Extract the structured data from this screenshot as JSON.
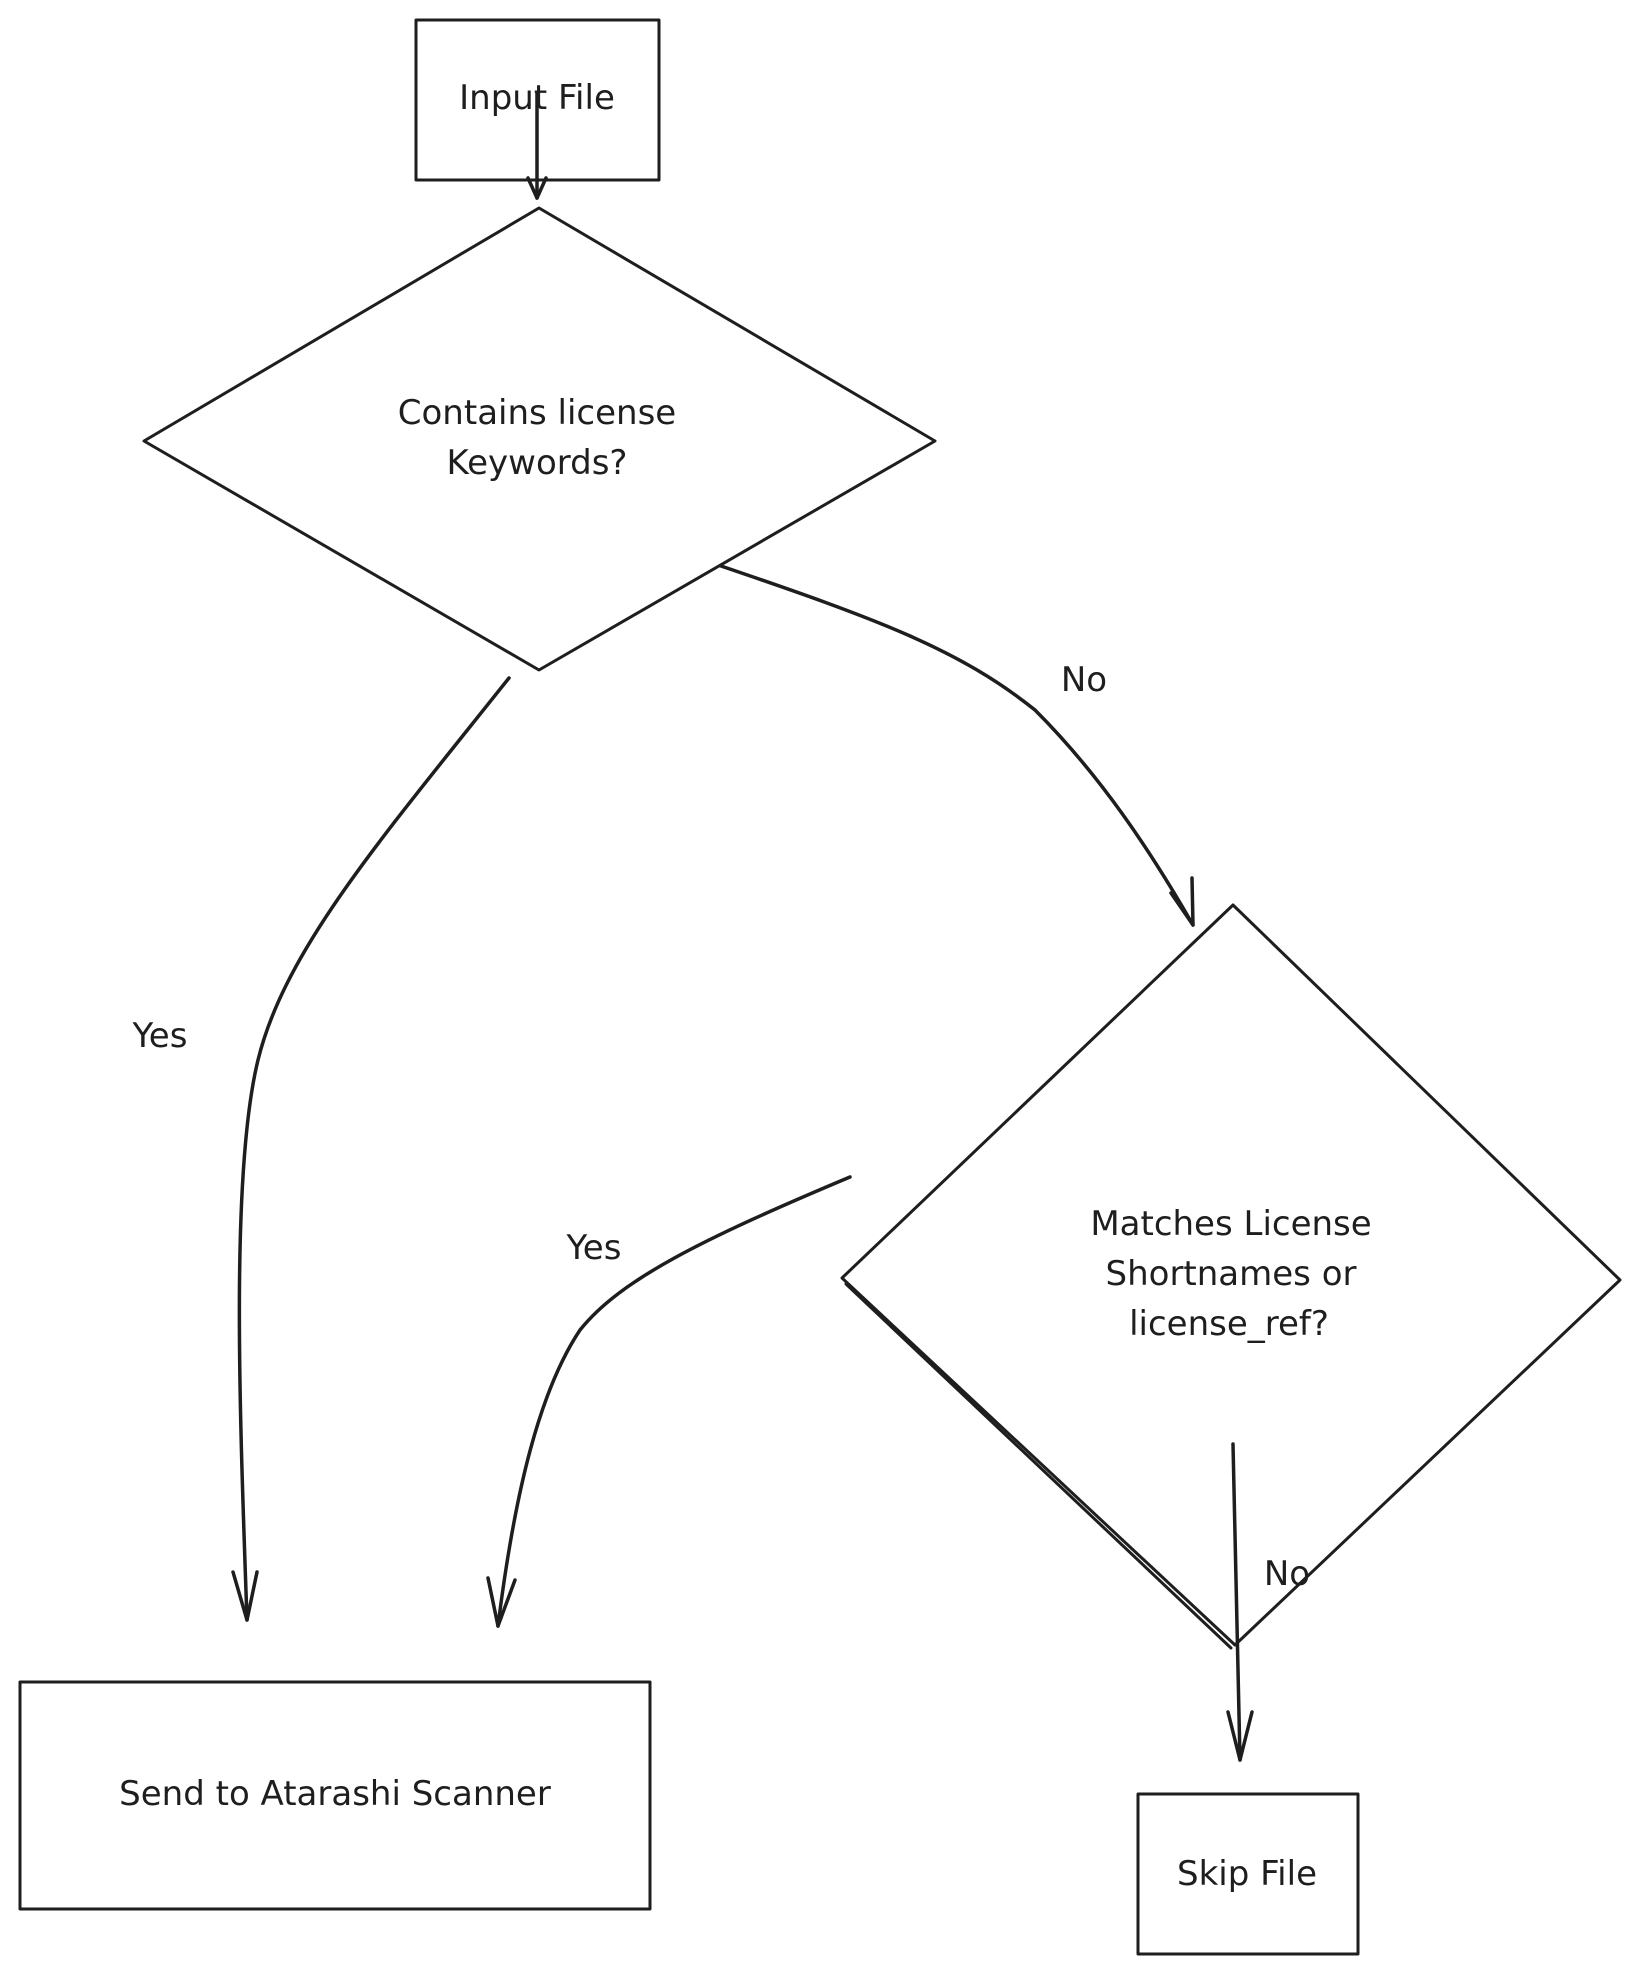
{
  "diagram": {
    "nodes": {
      "input_file": "Input File",
      "contains_keywords": [
        "Contains license",
        "Keywords?"
      ],
      "matches_shortnames": [
        "Matches License",
        "Shortnames or",
        "license_ref?"
      ],
      "send_to_scanner": "Send to Atarashi Scanner",
      "skip_file": "Skip File"
    },
    "edges": {
      "keywords_yes": "Yes",
      "keywords_no": "No",
      "shortnames_yes": "Yes",
      "shortnames_no": "No"
    },
    "colors": {
      "stroke": "#1e1e1e",
      "background": "#ffffff"
    }
  }
}
